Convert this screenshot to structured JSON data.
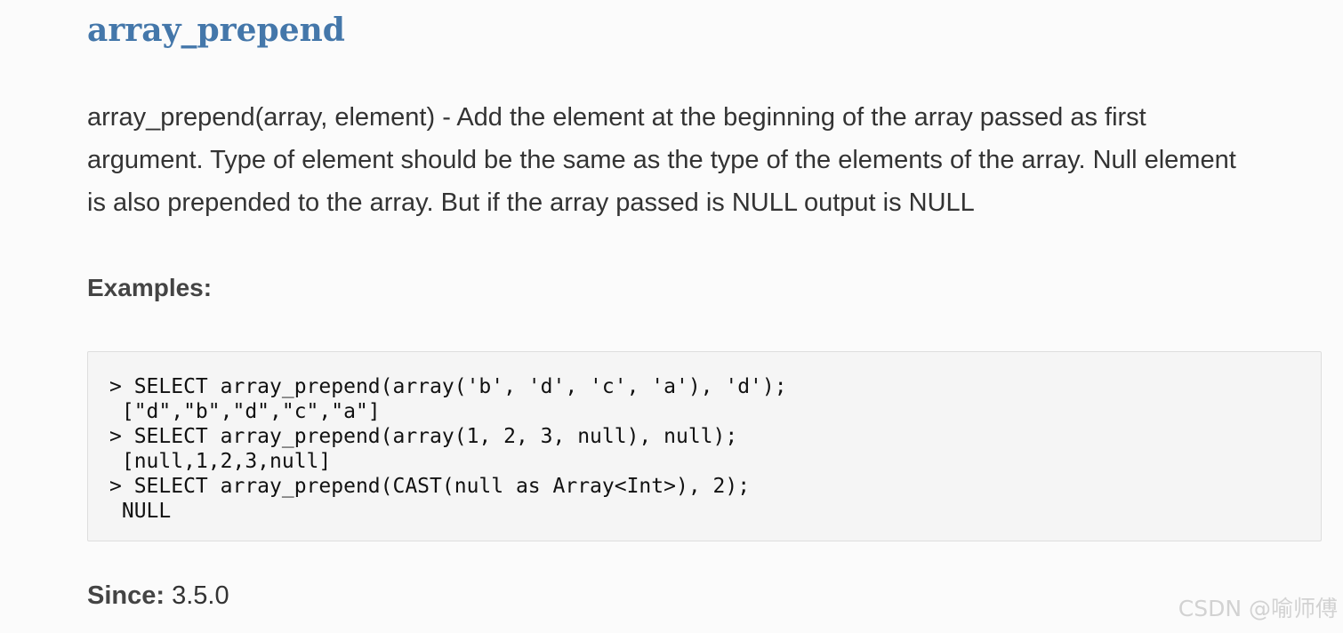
{
  "function": {
    "name": "array_prepend",
    "description": "array_prepend(array, element) - Add the element at the beginning of the array passed as first argument. Type of element should be the same as the type of the elements of the array. Null element is also prepended to the array. But if the array passed is NULL output is NULL"
  },
  "examples": {
    "heading": "Examples:",
    "lines": [
      "> SELECT array_prepend(array('b', 'd', 'c', 'a'), 'd');",
      " [\"d\",\"b\",\"d\",\"c\",\"a\"]",
      "> SELECT array_prepend(array(1, 2, 3, null), null);",
      " [null,1,2,3,null]",
      "> SELECT array_prepend(CAST(null as Array<Int>), 2);",
      " NULL"
    ]
  },
  "since": {
    "label": "Since:",
    "version": "3.5.0"
  },
  "watermark": "CSDN @喻师傅",
  "colors": {
    "title": "#4477aa",
    "text": "#333333",
    "code_background": "#f5f5f5",
    "code_border": "#dedede"
  }
}
